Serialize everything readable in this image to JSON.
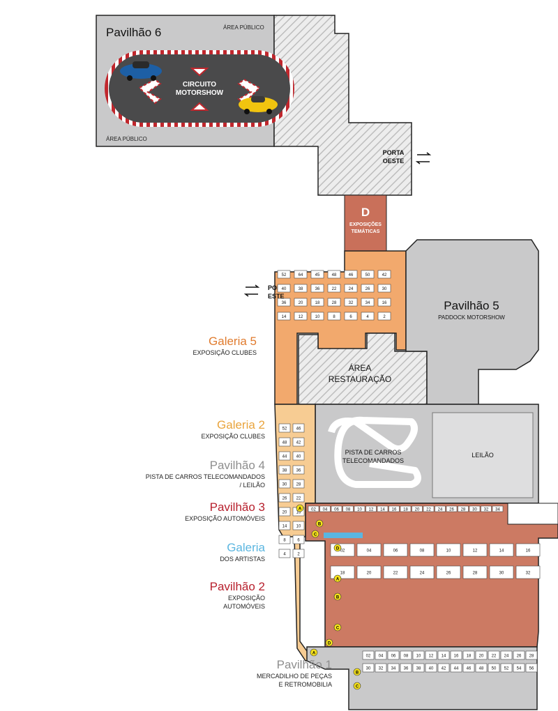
{
  "colors": {
    "gray_dark": "#4a4a4b",
    "gray_mid": "#c9c9ca",
    "gray_light": "#dededf",
    "hatch": "#bdbdbd",
    "orange": "#f2a96d",
    "salmon": "#c9705a",
    "tan": "#f7cc93",
    "brick": "#cc7a63",
    "red": "#c0272d",
    "galeria5": "#e07b2e",
    "galeria2": "#e9a43c",
    "pav4": "#8e8e8e",
    "pav3": "#b71f2c",
    "galeria": "#5bb6e0",
    "pav2": "#b71f2c",
    "pav1": "#8e8e8e"
  },
  "pav6": {
    "title": "Pavilhão 6",
    "area_top": "ÁREA PÚBLICO",
    "area_bottom": "ÁREA PÚBLICO",
    "circuit": [
      "CIRCUITO",
      "MOTORSHOW"
    ]
  },
  "porta_oeste": [
    "PORTA",
    "OESTE"
  ],
  "porta_este": [
    "PORTA",
    "ESTE"
  ],
  "zone_d": {
    "letter": "D",
    "lines": [
      "EXPOSIÇÕES",
      "TEMÁTICAS"
    ]
  },
  "pav5": {
    "title": "Pavilhão 5",
    "subtitle": "PADDOCK MOTORSHOW"
  },
  "restauracao": [
    "ÁREA",
    "RESTAURAÇÃO"
  ],
  "pista": [
    "PISTA DE CARROS",
    "TELECOMANDADOS"
  ],
  "leilao": "LEILÃO",
  "legends": {
    "galeria5": {
      "title": "Galeria 5",
      "sub1": "EXPOSIÇÃO CLUBES"
    },
    "galeria2": {
      "title": "Galeria 2",
      "sub1": "EXPOSIÇÃO CLUBES"
    },
    "pav4": {
      "title": "Pavilhão 4",
      "sub1": "PISTA DE CARROS TELECOMANDADOS",
      "sub2": "/ LEILÃO"
    },
    "pav3": {
      "title": "Pavilhão 3",
      "sub1": "EXPOSIÇÃO AUTOMÓVEIS"
    },
    "galeria": {
      "title": "Galeria",
      "sub1": "DOS ARTISTAS"
    },
    "pav2": {
      "title": "Pavilhão 2",
      "sub1": "EXPOSIÇÃO",
      "sub2": "AUTOMÓVEIS"
    },
    "pav1": {
      "title": "Pavilhão 1",
      "sub1": "MERCADILHO DE PEÇAS",
      "sub2": "E RETROMOBILIA"
    }
  },
  "stands": {
    "upper": [
      "52",
      "64",
      "45",
      "48",
      "46",
      "50",
      "42",
      "40",
      "38",
      "36",
      "22",
      "24",
      "26",
      "30",
      "36",
      "20",
      "18",
      "28",
      "32",
      "34",
      "16",
      "14",
      "12",
      "10",
      "8",
      "6",
      "4",
      "2"
    ],
    "galeria2": [
      "52",
      "46",
      "48",
      "42",
      "44",
      "40",
      "38",
      "36",
      "30",
      "28",
      "26",
      "22",
      "20",
      "16",
      "14",
      "10",
      "8",
      "6",
      "4",
      "2"
    ],
    "pav3_top": [
      "02",
      "04",
      "06",
      "08",
      "10",
      "12",
      "14",
      "16",
      "18",
      "20",
      "22",
      "24",
      "26",
      "28",
      "30",
      "32",
      "34"
    ],
    "pav2": [
      "02",
      "04",
      "06",
      "08",
      "10",
      "12",
      "14",
      "16",
      "18",
      "20",
      "22",
      "24",
      "26",
      "28",
      "30",
      "32"
    ],
    "pav1": [
      "02",
      "04",
      "06",
      "08",
      "10",
      "12",
      "14",
      "16",
      "18",
      "20",
      "22",
      "24",
      "26",
      "28",
      "30",
      "32",
      "34",
      "36",
      "38",
      "40",
      "42",
      "44",
      "46",
      "48",
      "50",
      "52",
      "54",
      "56"
    ]
  },
  "markers": [
    "A",
    "B",
    "C",
    "D"
  ]
}
